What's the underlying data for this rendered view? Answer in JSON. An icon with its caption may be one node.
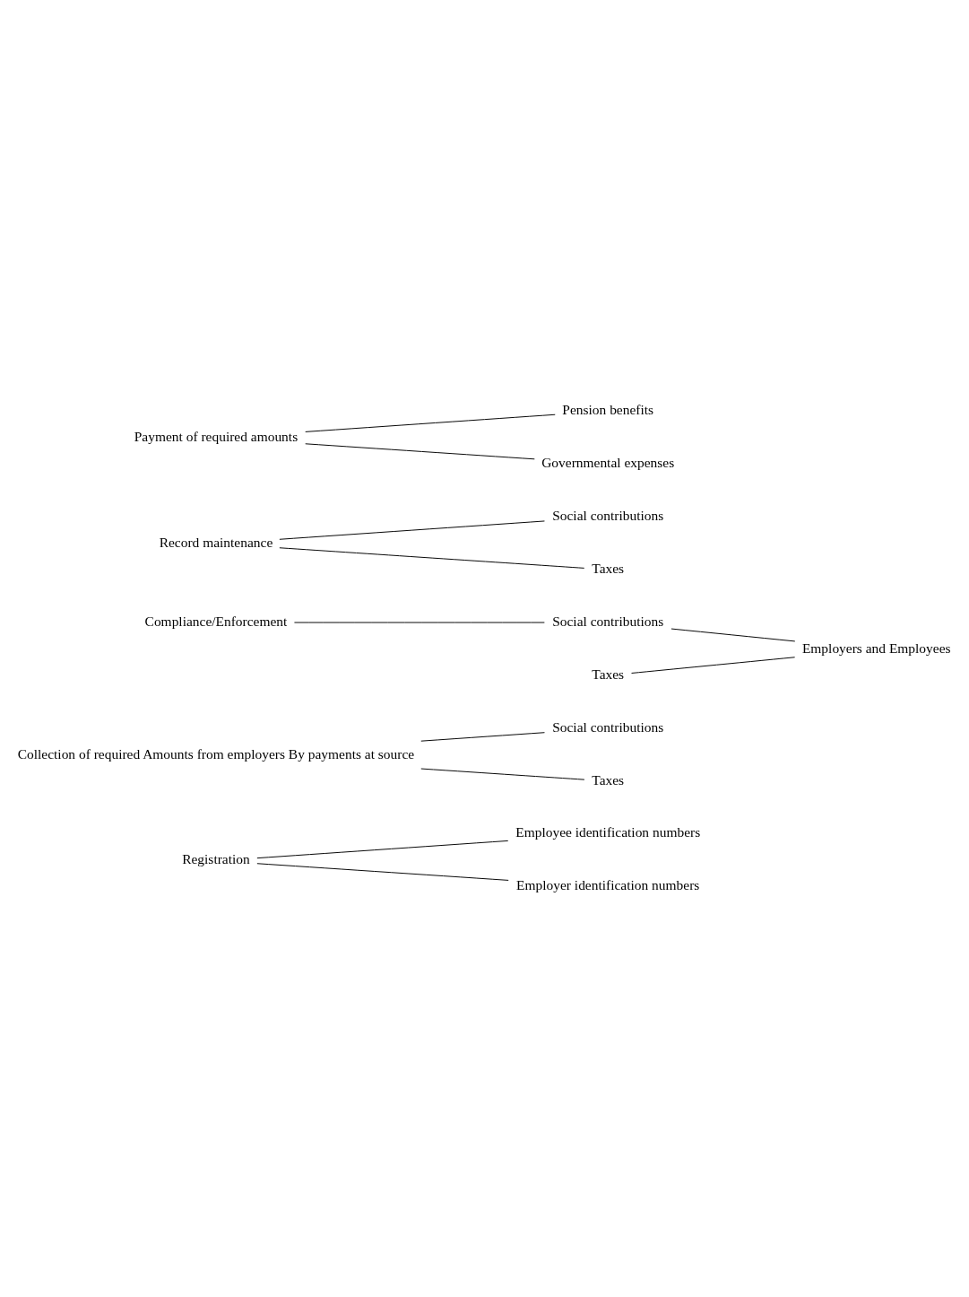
{
  "diagram": {
    "nodes": [
      {
        "text": [
          "Registration"
        ]
      },
      {
        "text": [
          "Employee identification numbers"
        ]
      },
      {
        "text": [
          "Employer identification numbers"
        ]
      },
      {
        "text": [
          "Collection of required Amounts from employers By payments at source"
        ]
      },
      {
        "text": [
          "Social contributions"
        ]
      },
      {
        "text": [
          "Taxes"
        ]
      },
      {
        "text": [
          "Compliance/Enforcement"
        ]
      },
      {
        "text": [
          "Social contributions"
        ]
      },
      {
        "text": [
          "Employers and Employees"
        ]
      },
      {
        "text": [
          "Taxes"
        ]
      },
      {
        "text": [
          "Record maintenance"
        ]
      },
      {
        "text": [
          "Social contributions"
        ]
      },
      {
        "text": [
          "Taxes"
        ]
      },
      {
        "text": [
          "Payment of required amounts"
        ]
      },
      {
        "text": [
          "Pension benefits"
        ]
      },
      {
        "text": [
          "Governmental expenses"
        ]
      }
    ],
    "edges": [
      {
        "from": 0,
        "to": 1,
        "arrow": "none"
      },
      {
        "from": 0,
        "to": 2,
        "arrow": "none"
      },
      {
        "from": 3,
        "to": 4,
        "arrow": "none"
      },
      {
        "from": 3,
        "to": 5,
        "arrow": "none"
      },
      {
        "from": 6,
        "to": 7,
        "arrow": "none"
      },
      {
        "from": 7,
        "to": 8,
        "arrow": "none"
      },
      {
        "from": 9,
        "to": 8,
        "arrow": "none"
      },
      {
        "from": 10,
        "to": 11,
        "arrow": "none"
      },
      {
        "from": 10,
        "to": 12,
        "arrow": "none"
      },
      {
        "from": 13,
        "to": 14,
        "arrow": "none"
      },
      {
        "from": 13,
        "to": 15,
        "arrow": "none"
      }
    ]
  }
}
